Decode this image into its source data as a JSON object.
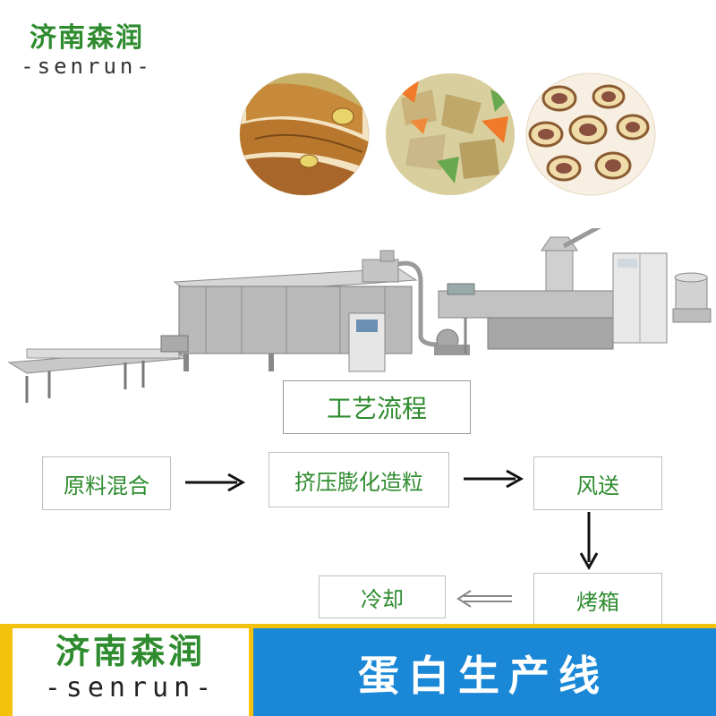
{
  "brand": {
    "name_cn": "济南森润",
    "name_en": "-senrun-"
  },
  "photos": [
    {
      "icon": "rolled-protein-food"
    },
    {
      "icon": "soy-protein-chunks-with-carrot"
    },
    {
      "icon": "protein-sausage-slices"
    }
  ],
  "machine": {
    "icon": "protein-extrusion-production-line"
  },
  "process": {
    "title": "工艺流程",
    "steps": {
      "mixing": "原料混合",
      "extrusion": "挤压膨化造粒",
      "conveying": "风送",
      "drying": "烤箱",
      "cooling": "冷却"
    }
  },
  "banner": {
    "logo_cn": "济南森润",
    "logo_en": "-senrun-",
    "title": "蛋白生产线"
  },
  "colors": {
    "brand_green": "#2e8b2e",
    "banner_yellow": "#f4c20d",
    "banner_blue": "#1a88d6"
  }
}
